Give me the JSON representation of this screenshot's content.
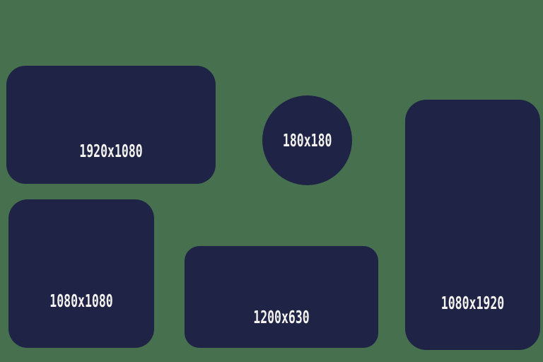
{
  "canvas": {
    "background_color": "#47704E",
    "shape_color": "#1F2447",
    "label_color": "#F4F2EE"
  },
  "shapes": [
    {
      "name": "landscape-1920x1080",
      "kind": "rounded-rectangle",
      "label": "1920x1080"
    },
    {
      "name": "circle-180x180",
      "kind": "circle",
      "label": "180x180"
    },
    {
      "name": "square-1080x1080",
      "kind": "rounded-square",
      "label": "1080x1080"
    },
    {
      "name": "landscape-1200x630",
      "kind": "rounded-rectangle",
      "label": "1200x630"
    },
    {
      "name": "portrait-1080x1920",
      "kind": "rounded-rectangle",
      "label": "1080x1920"
    }
  ]
}
